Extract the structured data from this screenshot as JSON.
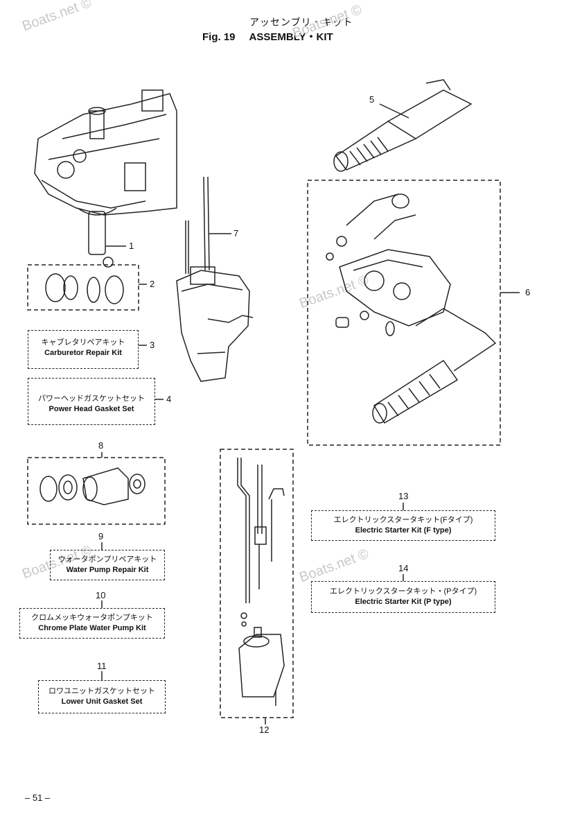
{
  "header": {
    "title_jp": "アッセンブリ・キット",
    "fig_label": "Fig. 19",
    "fig_title": "ASSEMBLY・KIT"
  },
  "watermark": "Boats.net ©",
  "callouts": [
    "1",
    "2",
    "3",
    "4",
    "5",
    "6",
    "7",
    "8",
    "9",
    "10",
    "11",
    "12",
    "13",
    "14"
  ],
  "kits": {
    "k3": {
      "jp": "キャブレタリペアキット",
      "en": "Carburetor Repair Kit"
    },
    "k4": {
      "jp": "パワーヘッドガスケットセット",
      "en": "Power Head Gasket Set"
    },
    "k9": {
      "jp": "ウォータポンプリペアキット",
      "en": "Water Pump Repair Kit"
    },
    "k10": {
      "jp": "クロムメッキウォータポンプキット",
      "en": "Chrome Plate Water Pump Kit"
    },
    "k11": {
      "jp": "ロワユニットガスケットセット",
      "en": "Lower Unit Gasket Set"
    },
    "k13": {
      "jp": "エレクトリックスタータキット(Fタイプ)",
      "en": "Electric Starter Kit (F type)"
    },
    "k14": {
      "jp": "エレクトリックスタータキット・(Pタイプ)",
      "en": "Electric Starter Kit (P type)"
    }
  },
  "footer": {
    "page": "– 51 –"
  }
}
